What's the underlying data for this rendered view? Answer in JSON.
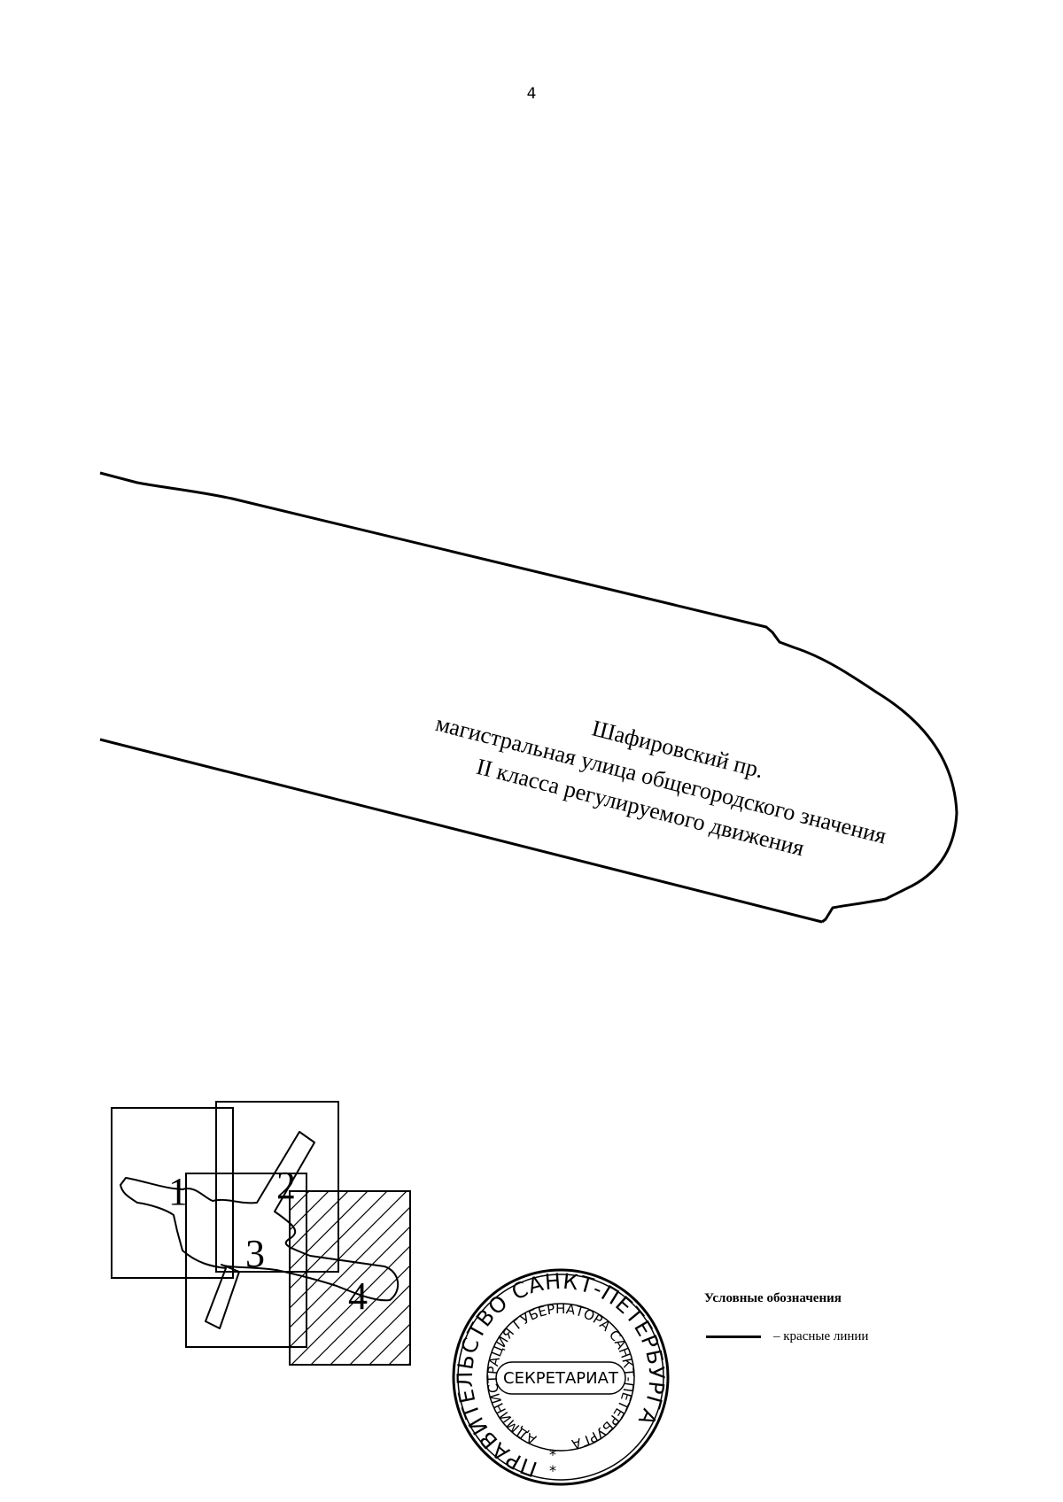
{
  "page": {
    "number": "4"
  },
  "street": {
    "name": "Шафировский пр.",
    "category_line1": "магистральная улица общегородского значения",
    "category_line2": "II класса регулируемого движения"
  },
  "index_map": {
    "sheets": [
      "1",
      "2",
      "3",
      "4"
    ],
    "highlighted_sheet": "4"
  },
  "stamp": {
    "outer_text": "ПРАВИТЕЛЬСТВО САНКТ-ПЕТЕРБУРГА",
    "inner_text": "АДМИНИСТРАЦИЯ ГУБЕРНАТОРА САНКТ-ПЕТЕРБУРГА",
    "center_text": "СЕКРЕТАРИАТ"
  },
  "legend": {
    "title": "Условные обозначения",
    "items": [
      {
        "label": "– красные линии",
        "line_color": "#000000"
      }
    ]
  },
  "colors": {
    "lines": "#000000",
    "background": "#ffffff"
  }
}
